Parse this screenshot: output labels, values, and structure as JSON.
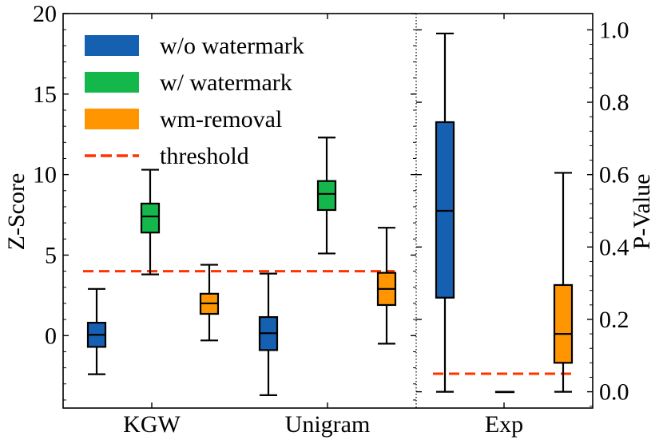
{
  "chart_data": {
    "type": "box",
    "categories": [
      "KGW",
      "Unigram",
      "Exp"
    ],
    "left_axis": {
      "label": "Z-Score",
      "range": [
        -4.5,
        20
      ],
      "ticks": [
        0,
        5,
        10,
        15,
        20
      ]
    },
    "right_axis": {
      "label": "P-Value",
      "range": [
        -0.045,
        1.045
      ],
      "ticks": [
        "0.0",
        "0.2",
        "0.4",
        "0.6",
        "0.8",
        "1.0"
      ]
    },
    "legend": {
      "placement": "top-left",
      "entries": [
        {
          "label": "w/o watermark",
          "color": "#1560b0"
        },
        {
          "label": "w/ watermark",
          "color": "#14b84a"
        },
        {
          "label": "wm-removal",
          "color": "#ff9500"
        },
        {
          "label": "threshold",
          "color": "#ff3300",
          "style": "dashed"
        }
      ]
    },
    "series_colors": {
      "w/o watermark": "#1560b0",
      "w/ watermark": "#14b84a",
      "wm-removal": "#ff9500"
    },
    "threshold_color": "#ff3300",
    "boxes": [
      {
        "group": "KGW",
        "series": "w/o watermark",
        "axis": "z",
        "min": -2.4,
        "q1": -0.7,
        "median": 0.05,
        "q3": 0.8,
        "max": 2.9
      },
      {
        "group": "KGW",
        "series": "w/ watermark",
        "axis": "z",
        "min": 3.8,
        "q1": 6.4,
        "median": 7.4,
        "q3": 8.2,
        "max": 10.3
      },
      {
        "group": "KGW",
        "series": "wm-removal",
        "axis": "z",
        "min": -0.3,
        "q1": 1.35,
        "median": 2.0,
        "q3": 2.6,
        "max": 4.4
      },
      {
        "group": "Unigram",
        "series": "w/o watermark",
        "axis": "z",
        "min": -3.7,
        "q1": -0.9,
        "median": 0.15,
        "q3": 1.15,
        "max": 3.85
      },
      {
        "group": "Unigram",
        "series": "w/ watermark",
        "axis": "z",
        "min": 5.1,
        "q1": 7.8,
        "median": 8.8,
        "q3": 9.6,
        "max": 12.3
      },
      {
        "group": "Unigram",
        "series": "wm-removal",
        "axis": "z",
        "min": -0.5,
        "q1": 1.9,
        "median": 2.9,
        "q3": 3.9,
        "max": 6.7
      },
      {
        "group": "Exp",
        "series": "w/o watermark",
        "axis": "p",
        "min": 0.0,
        "q1": 0.26,
        "median": 0.5,
        "q3": 0.745,
        "max": 0.99
      },
      {
        "group": "Exp",
        "series": "w/ watermark",
        "axis": "p",
        "min": 0.0,
        "q1": 0.0,
        "median": 0.0,
        "q3": 0.0,
        "max": 0.0
      },
      {
        "group": "Exp",
        "series": "wm-removal",
        "axis": "p",
        "min": 0.0,
        "q1": 0.08,
        "median": 0.16,
        "q3": 0.295,
        "max": 0.605
      }
    ],
    "thresholds": [
      {
        "panel": "left",
        "axis": "z",
        "value": 4
      },
      {
        "panel": "right",
        "axis": "p",
        "value": 0.05
      }
    ]
  }
}
